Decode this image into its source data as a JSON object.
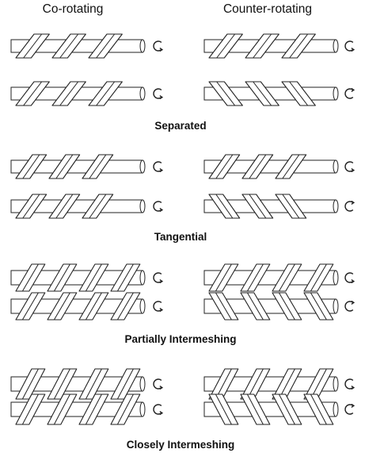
{
  "columns": [
    {
      "label": "Co-rotating"
    },
    {
      "label": "Counter-rotating"
    }
  ],
  "rows": [
    {
      "label": "Separated"
    },
    {
      "label": "Tangential"
    },
    {
      "label": "Partially Intermeshing"
    },
    {
      "label": "Closely Intermeshing"
    }
  ],
  "colors": {
    "line": "#222222",
    "background": "#ffffff"
  }
}
